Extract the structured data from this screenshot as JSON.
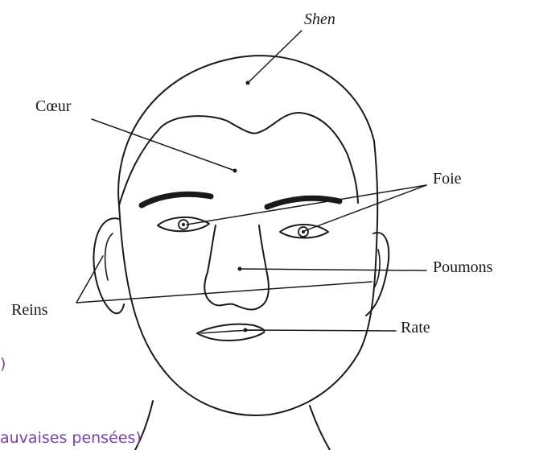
{
  "diagram": {
    "labels": {
      "shen": "Shen",
      "coeur": "Cœur",
      "foie": "Foie",
      "poumons": "Poumons",
      "reins": "Reins",
      "rate": "Rate"
    }
  },
  "overlay_text": {
    "paren": ")",
    "bottom_fragment": "auvaises pensées)"
  },
  "colors": {
    "ink": "#1a1a1a",
    "overlay": "#7a3fb0",
    "background": "#ffffff"
  }
}
